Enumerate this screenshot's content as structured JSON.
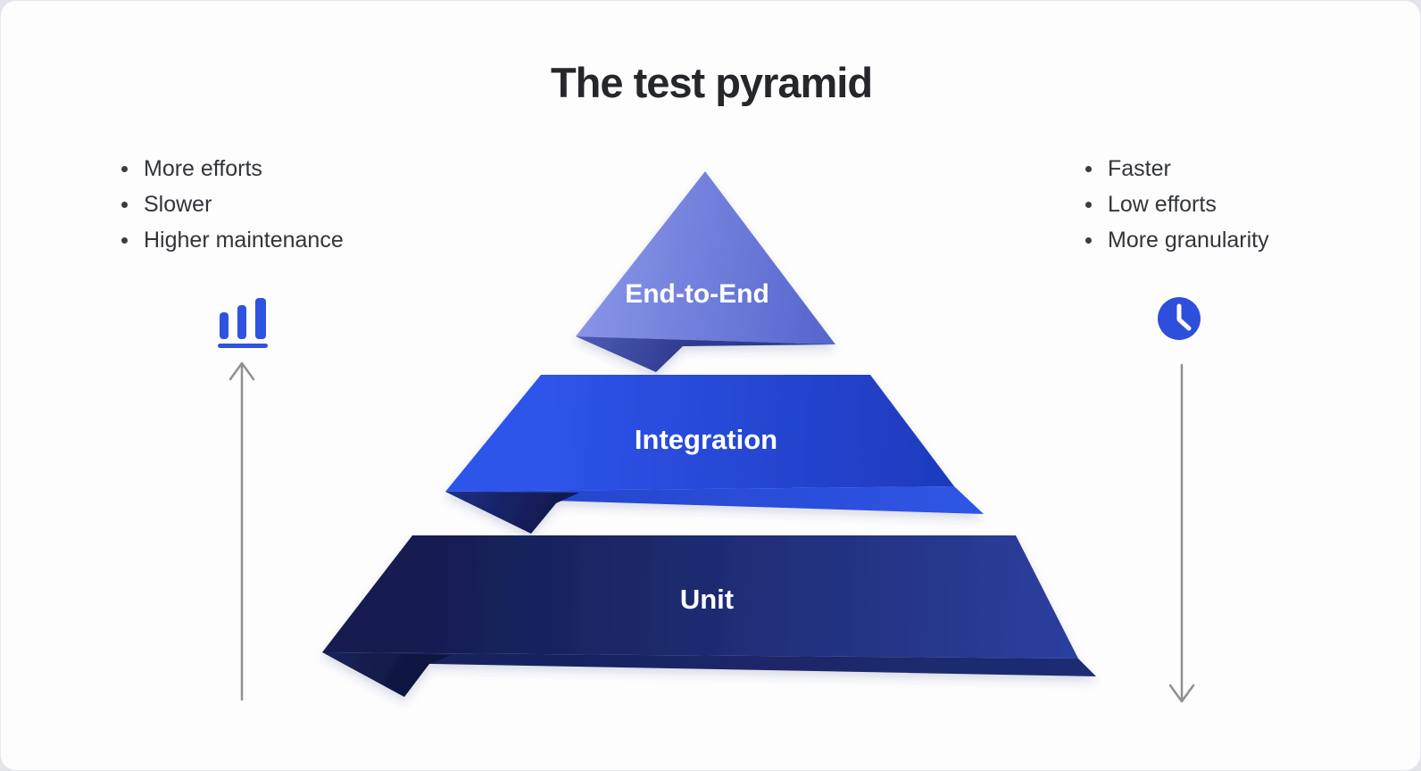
{
  "title": "The test pyramid",
  "pyramid": {
    "layers": [
      {
        "id": "end-to-end",
        "label": "End-to-End"
      },
      {
        "id": "integration",
        "label": "Integration"
      },
      {
        "id": "unit",
        "label": "Unit"
      }
    ]
  },
  "left_panel": {
    "bullets": [
      "More efforts",
      "Slower",
      "Higher maintenance"
    ],
    "icon": "bar-chart-icon",
    "arrow_direction": "up"
  },
  "right_panel": {
    "bullets": [
      "Faster",
      "Low efforts",
      "More granularity"
    ],
    "icon": "clock-icon",
    "arrow_direction": "down"
  },
  "colors": {
    "accent_blue": "#2f52e0",
    "end_to_end_light": "#8a96e8",
    "end_to_end_dark": "#5c6dd0",
    "integration_light": "#2f55ec",
    "integration_dark": "#1f3cc2",
    "unit_light": "#2c3f9e",
    "unit_dark": "#141c4f",
    "title_text": "#25272b",
    "body_text": "#323539",
    "arrow_gray": "#909090"
  }
}
